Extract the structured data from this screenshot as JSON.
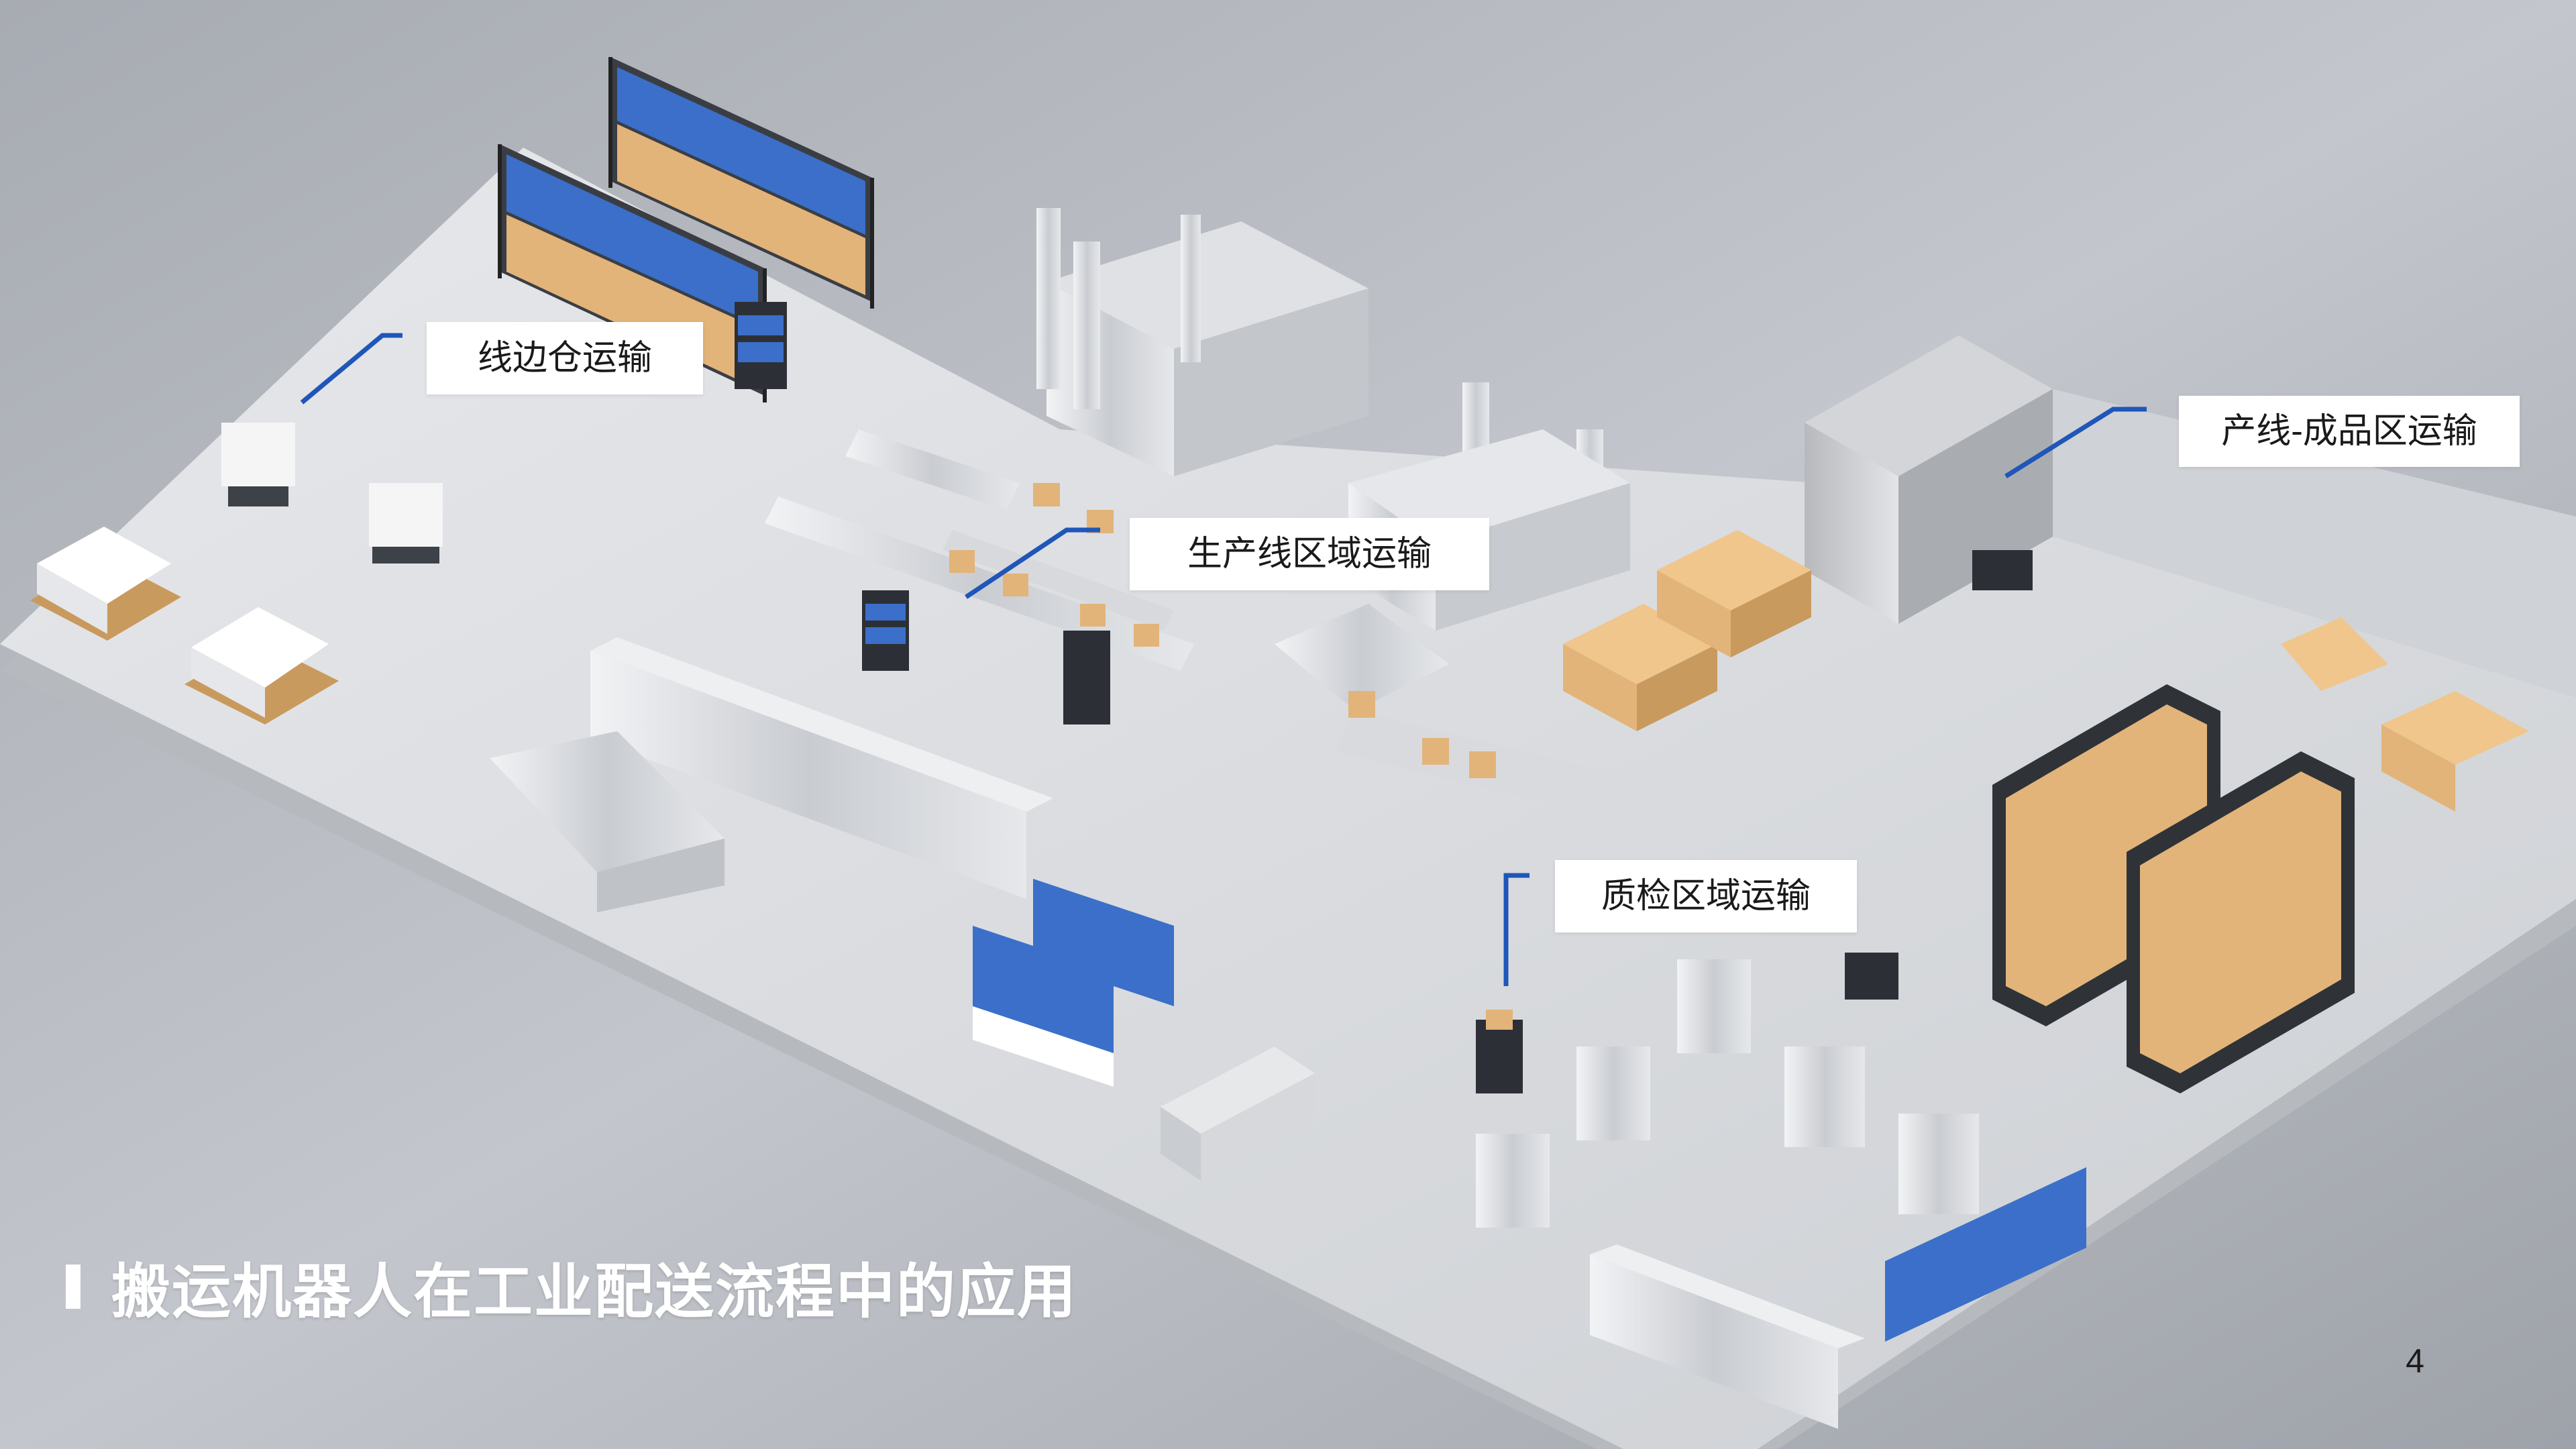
{
  "slide": {
    "title": "搬运机器人在工业配送流程中的应用",
    "page_number": "4"
  },
  "callouts": {
    "line_side_warehouse": "线边仓运输",
    "production_line_area": "生产线区域运输",
    "line_to_finished_area": "产线-成品区运输",
    "quality_inspection_area": "质检区域运输"
  },
  "colors": {
    "accent_line": "#1f56b8",
    "callout_bg": "#ffffff",
    "bin_blue": "#3b6fc9",
    "carton": "#e2b47a"
  }
}
